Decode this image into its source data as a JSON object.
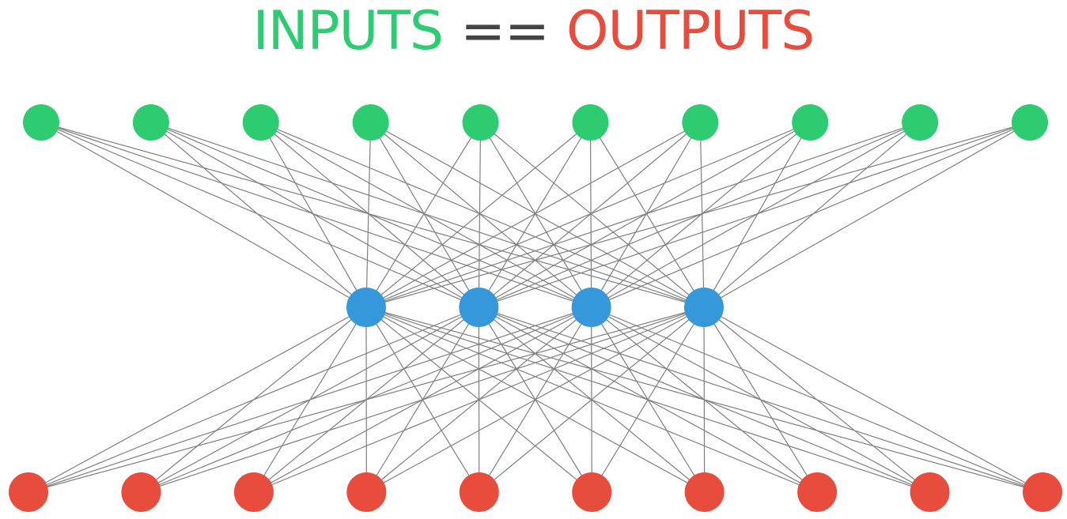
{
  "title": {
    "inputs_text": "INPUTS",
    "equals_text": "==",
    "outputs_text": "OUTPUTS"
  },
  "colors": {
    "input": "#2ecc71",
    "hidden": "#3498db",
    "output": "#e74c3c",
    "edge": "#7f7f7f",
    "equals": "#444444"
  },
  "network": {
    "layers": [
      {
        "name": "input",
        "count": 10,
        "color_key": "input"
      },
      {
        "name": "hidden",
        "count": 4,
        "color_key": "hidden"
      },
      {
        "name": "output",
        "count": 10,
        "color_key": "output"
      }
    ],
    "fully_connected": true
  }
}
